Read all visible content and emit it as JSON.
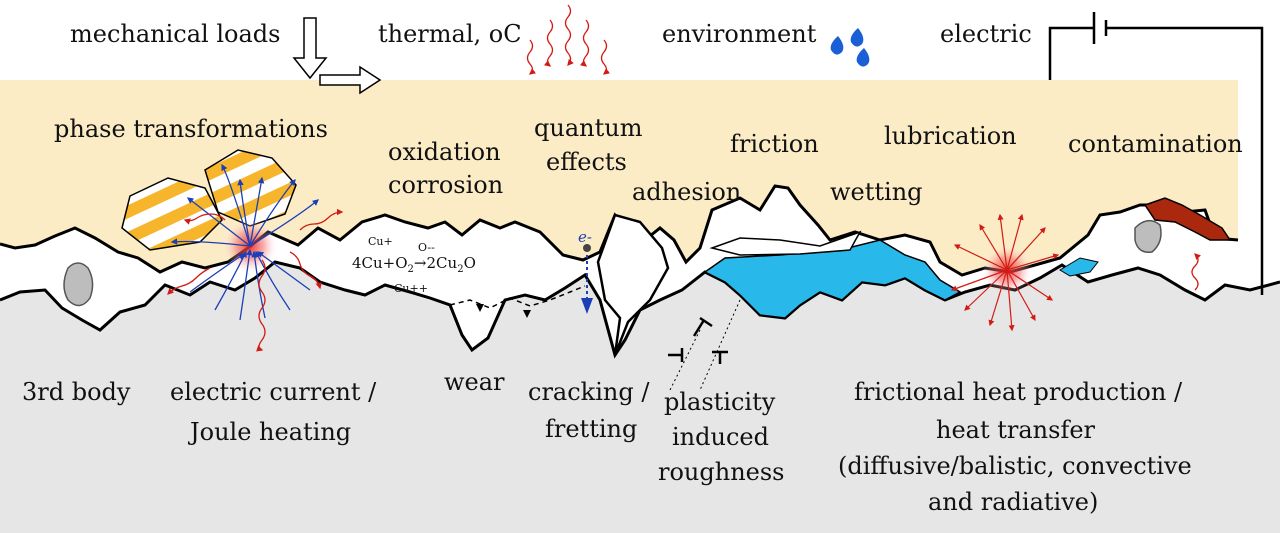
{
  "colors": {
    "top_body": "#fbecc6",
    "bottom_body": "#e6e6e6",
    "stripe_orange": "#f6b52b",
    "lubricant": "#29b8ea",
    "contaminant": "#a9280e",
    "droplet": "#1a5fd6",
    "field_line": "#1c3fb8",
    "heat_line": "#d41a14",
    "particle": "#bdbdbd"
  },
  "labels": {
    "mechanical_loads": "mechanical loads",
    "thermal": "thermal, ",
    "thermal_unit": "oC",
    "environment": "environment",
    "electric": "electric",
    "phase_transformations": "phase transformations",
    "oxidation": "oxidation",
    "corrosion": "corrosion",
    "quantum": "quantum",
    "effects": "effects",
    "friction": "friction",
    "adhesion": "adhesion",
    "lubrication": "lubrication",
    "wetting": "wetting",
    "contamination": "contamination",
    "third_body": "3rd body",
    "electric_current": "electric current /",
    "joule_heating": "Joule heating",
    "wear": "wear",
    "cracking": "cracking /",
    "fretting": "fretting",
    "plasticity": "plasticity",
    "induced": "induced",
    "roughness": "roughness",
    "heat_line1": "frictional heat production /",
    "heat_line2": "heat transfer",
    "heat_line3": "(diffusive/balistic, convective",
    "heat_line4": "and radiative)",
    "electron": "e-"
  },
  "reaction": {
    "cu_plus": "Cu+",
    "o_minus": "O--",
    "cu_plusplus": "Cu++",
    "lhs": "4Cu+O",
    "lhs_sub": "2",
    "rhs": "2Cu",
    "rhs_sub": "2",
    "rhs_end": "O"
  }
}
